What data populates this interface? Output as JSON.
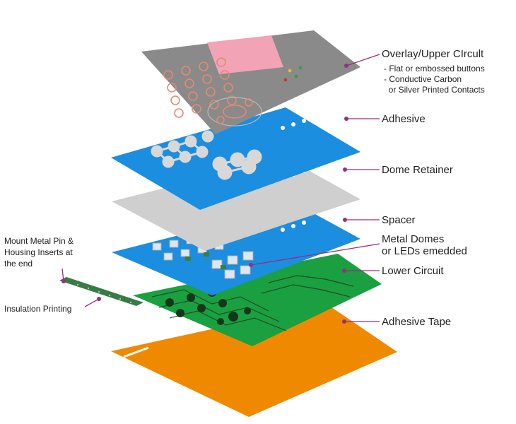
{
  "layers": [
    {
      "name": "Overlay/Upper CIrcult",
      "notes": [
        "- Flat or embossed buttons",
        "- Conductive Carbon",
        "  or Silver Printed Contacts"
      ],
      "color": "#8a8a8a"
    },
    {
      "name": "Adhesive",
      "color": "#1b8ee0"
    },
    {
      "name": "Dome Retainer",
      "color": "#cfcfcf"
    },
    {
      "name": "Spacer",
      "color": "#1b8ee0"
    },
    {
      "name": "Metal Domes",
      "name2": "or LEDs emedded"
    },
    {
      "name": "Lower Circuit",
      "color": "#1aa040"
    },
    {
      "name": "Adhesive Tape",
      "color": "#ef8a00"
    }
  ],
  "left_labels": {
    "mount": [
      "Mount Metal Pin &",
      "Housing Inserts at",
      "the end"
    ],
    "insulation": "Insulation Printing"
  },
  "colors": {
    "leader": "#9b2d7f",
    "display": "#f2a3b5"
  }
}
